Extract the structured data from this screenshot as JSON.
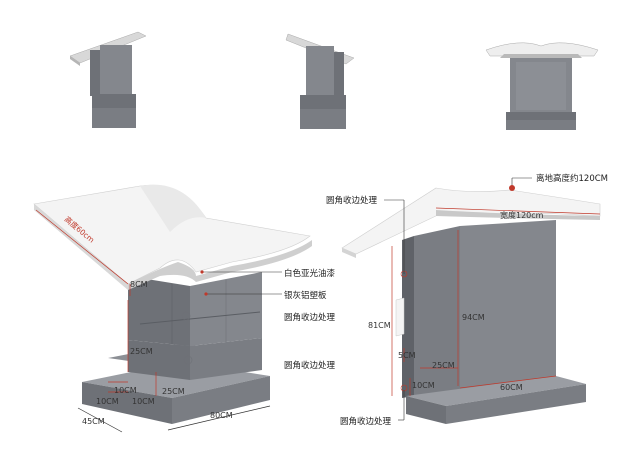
{
  "colors": {
    "body_dark": "#6e7177",
    "body_mid": "#84878d",
    "body_light": "#9a9da3",
    "top_white": "#f2f2f2",
    "top_edge": "#d9d9d9",
    "red": "#c0392b",
    "line": "#333333"
  },
  "callouts": {
    "paint": "白色亚光油漆",
    "aluminum": "银灰铝塑板",
    "round_edge_mid": "圆角收边处理",
    "round_edge_low": "圆角收边处理",
    "round_edge_right_top": "圆角收边处理",
    "round_edge_right_bottom": "圆角收边处理",
    "height_note": "离地高度约120CM"
  },
  "dimensions": {
    "top_depth": "高度60cm",
    "top_width": "宽度120cm",
    "top_thick": "8CM",
    "mid_height": "25CM",
    "base_height": "25CM",
    "base_step_a": "10CM",
    "base_step_b": "10CM",
    "base_step_c": "10CM",
    "depth": "45CM",
    "width": "80CM",
    "side_total": "81CM",
    "side_body": "94CM",
    "side_gap": "5CM",
    "side_inner": "25CM",
    "side_base": "10CM",
    "side_depth": "60CM"
  }
}
